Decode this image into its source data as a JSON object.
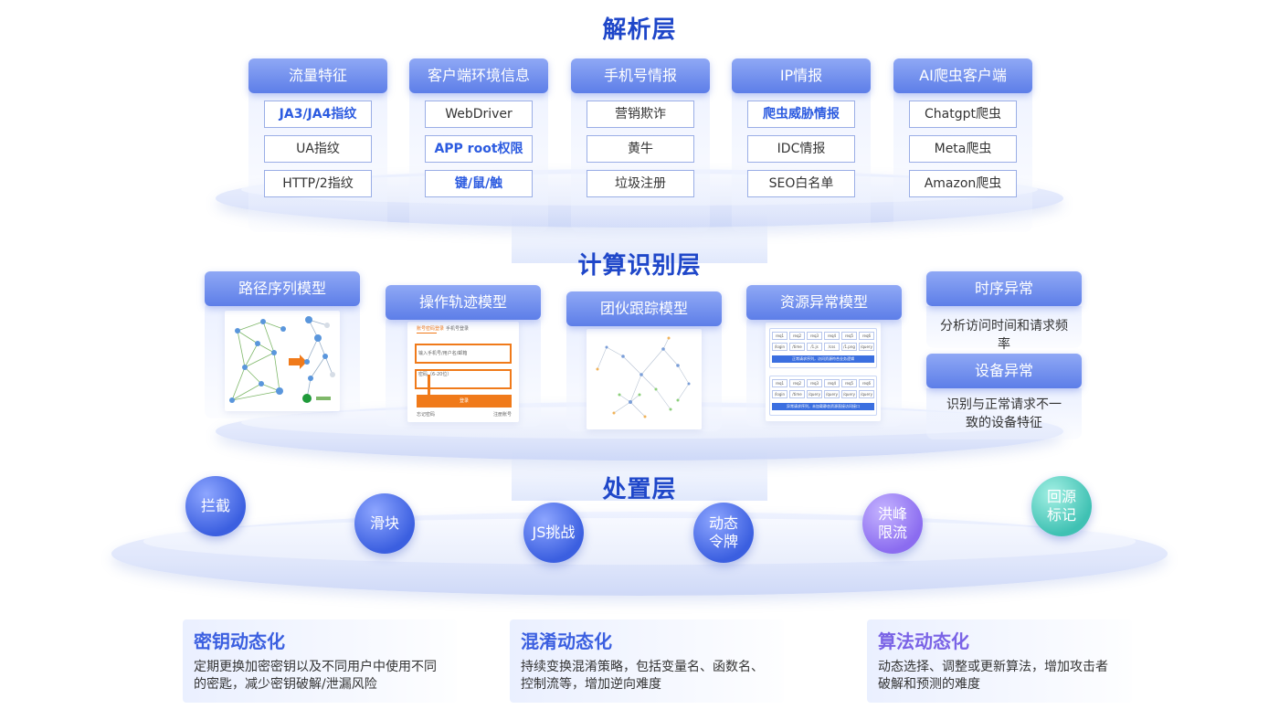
{
  "layers": {
    "parse": "解析层",
    "compute": "计算识别层",
    "dispose": "处置层"
  },
  "parse_groups": [
    {
      "title": "流量特征",
      "items": [
        {
          "label": "JA3/JA4指纹",
          "highlight": true
        },
        {
          "label": "UA指纹",
          "highlight": false
        },
        {
          "label": "HTTP/2指纹",
          "highlight": false
        }
      ]
    },
    {
      "title": "客户端环境信息",
      "items": [
        {
          "label": "WebDriver",
          "highlight": false
        },
        {
          "label": "APP root权限",
          "highlight": true
        },
        {
          "label": "键/鼠/触",
          "highlight": true
        }
      ]
    },
    {
      "title": "手机号情报",
      "items": [
        {
          "label": "营销欺诈",
          "highlight": false
        },
        {
          "label": "黄牛",
          "highlight": false
        },
        {
          "label": "垃圾注册",
          "highlight": false
        }
      ]
    },
    {
      "title": "IP情报",
      "items": [
        {
          "label": "爬虫威胁情报",
          "highlight": true
        },
        {
          "label": "IDC情报",
          "highlight": false
        },
        {
          "label": "SEO白名单",
          "highlight": false
        }
      ]
    },
    {
      "title": "AI爬虫客户端",
      "items": [
        {
          "label": "Chatgpt爬虫",
          "highlight": false
        },
        {
          "label": "Meta爬虫",
          "highlight": false
        },
        {
          "label": "Amazon爬虫",
          "highlight": false
        }
      ]
    }
  ],
  "models": [
    {
      "title": "路径序列模型"
    },
    {
      "title": "操作轨迹模型"
    },
    {
      "title": "团伙跟踪模型"
    },
    {
      "title": "资源异常模型"
    }
  ],
  "anomalies": [
    {
      "title": "时序异常",
      "desc": "分析访问时间和请求频率"
    },
    {
      "title": "设备异常",
      "desc_line1": "识别与正常请求不一",
      "desc_line2": "致的设备特征"
    }
  ],
  "actions": [
    {
      "label": "拦截",
      "color": "blue"
    },
    {
      "label": "滑块",
      "color": "blue"
    },
    {
      "label": "JS挑战",
      "color": "blue"
    },
    {
      "label_line1": "动态",
      "label_line2": "令牌",
      "color": "blue"
    },
    {
      "label_line1": "洪峰",
      "label_line2": "限流",
      "color": "purple"
    },
    {
      "label_line1": "回源",
      "label_line2": "标记",
      "color": "teal"
    }
  ],
  "features": [
    {
      "title": "密钥动态化",
      "line1": "定期更换加密密钥以及不同用户中使用不同",
      "line2": "的密匙，减少密钥破解/泄漏风险"
    },
    {
      "title": "混淆动态化",
      "line1": "持续变换混淆策略，包括变量名、函数名、",
      "line2": "控制流等，增加逆向难度"
    },
    {
      "title": "算法动态化",
      "line1": "动态选择、调整或更新算法，增加攻击者",
      "line2": "破解和预测的难度"
    }
  ],
  "thumb_text": {
    "op_tab1": "账号密码登录",
    "op_tab2": "手机号登录",
    "op_field1": "输入手机号/用户名/邮箱",
    "op_field2": "密码（6-20位）",
    "op_button": "登录",
    "op_foot_left": "忘记密码",
    "op_foot_right": "注册账号",
    "res_cells_row1": [
      "req1",
      "req2",
      "req3",
      "req4",
      "req5",
      "req6"
    ],
    "res_cells_row2": [
      "/login",
      "/time",
      "/1.js",
      "/css",
      "/1.png",
      "/query"
    ],
    "res_bar1": "正常请求序列，访问资源符合业务逻辑",
    "res_cells_row3": [
      "req1",
      "req2",
      "req3",
      "req4",
      "req5",
      "req6"
    ],
    "res_cells_row4": [
      "/login",
      "/time",
      "/query",
      "/query",
      "/query",
      "/query"
    ],
    "res_bar2": "异常请求序列，未加载静态资源直接访问接口"
  },
  "colors": {
    "title": "#1f47c9",
    "card_head": "#5d7ee8",
    "highlight_text": "#2c5be0",
    "orange": "#f07a1a"
  }
}
